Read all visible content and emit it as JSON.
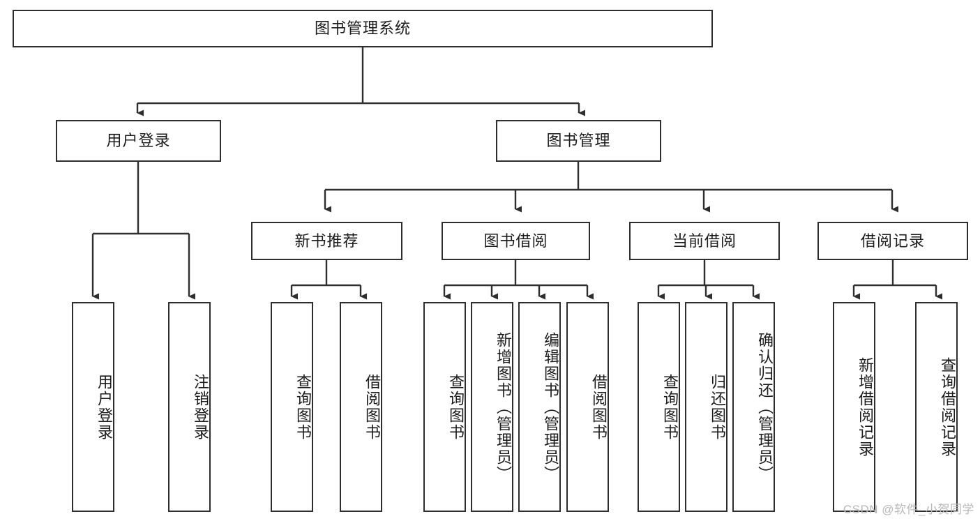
{
  "diagram": {
    "title": "图书管理系统",
    "type": "tree-hierarchy-chart",
    "watermark": "CSDN @软件_小贺同学",
    "colors": {
      "border": "#2e2e2e",
      "background": "#ffffff",
      "text": "#1b1b1b",
      "watermark": "#b9b9b9"
    },
    "root": {
      "label": "图书管理系统"
    },
    "level1": [
      {
        "label": "用户登录"
      },
      {
        "label": "图书管理"
      }
    ],
    "level2": [
      {
        "label": "新书推荐"
      },
      {
        "label": "图书借阅"
      },
      {
        "label": "当前借阅"
      },
      {
        "label": "借阅记录"
      }
    ],
    "leaves": {
      "user_login": [
        {
          "label": "用户登录"
        },
        {
          "label": "注销登录"
        }
      ],
      "new_book": [
        {
          "label": "查询图书"
        },
        {
          "label": "借阅图书"
        }
      ],
      "book_borrow": [
        {
          "label": "查询图书"
        },
        {
          "label": "新增图书（管理员）"
        },
        {
          "label": "编辑图书（管理员）"
        },
        {
          "label": "借阅图书"
        }
      ],
      "current_borrow": [
        {
          "label": "查询图书"
        },
        {
          "label": "归还图书"
        },
        {
          "label": "确认归还（管理员）"
        }
      ],
      "borrow_record": [
        {
          "label": "新增借阅记录"
        },
        {
          "label": "查询借阅记录"
        }
      ]
    }
  }
}
